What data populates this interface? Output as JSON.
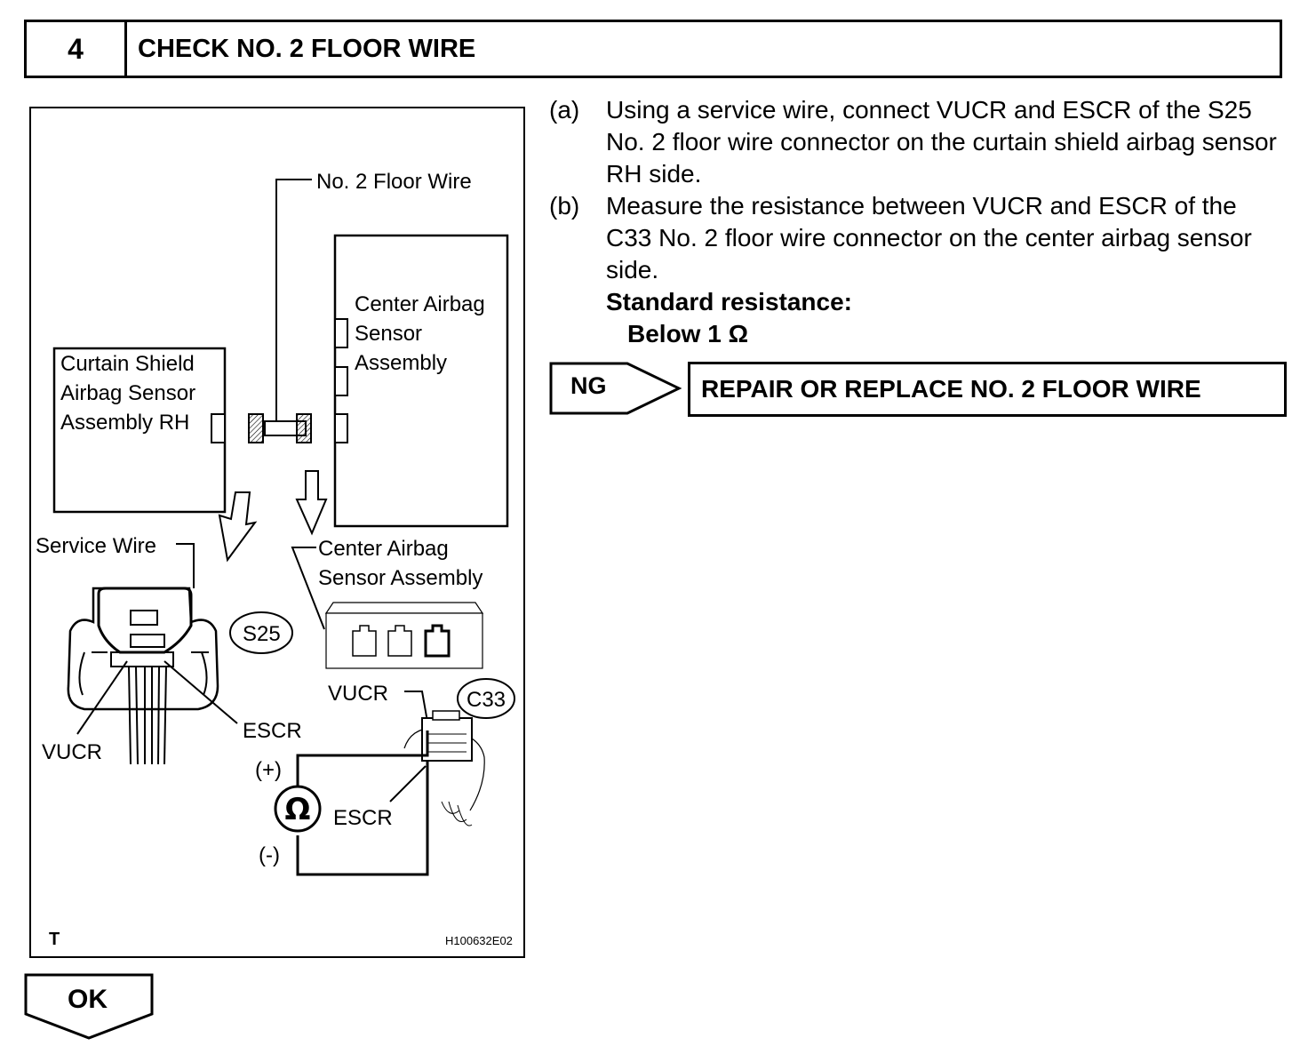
{
  "header": {
    "step_number": "4",
    "title": "CHECK NO. 2 FLOOR WIRE"
  },
  "figure": {
    "floor_wire_label": "No. 2 Floor Wire",
    "center_airbag_lines": [
      "Center Airbag",
      "Sensor",
      "Assembly"
    ],
    "curtain_shield_lines": [
      "Curtain Shield",
      "Airbag Sensor",
      "Assembly RH"
    ],
    "service_wire_label": "Service Wire",
    "center_airbag_assembly_lines": [
      "Center Airbag",
      "Sensor Assembly"
    ],
    "s25_label": "S25",
    "c33_label": "C33",
    "vucr_left": "VUCR",
    "escr_left": "ESCR",
    "vucr_right": "VUCR",
    "escr_right": "ESCR",
    "plus_label": "(+)",
    "minus_label": "(-)",
    "ohm_symbol": "Ω",
    "corner_letter": "T",
    "figure_code": "H100632E02"
  },
  "steps": [
    {
      "letter": "(a)",
      "text": "Using a service wire, connect VUCR and ESCR of the S25 No. 2 floor wire connector on the curtain shield airbag sensor RH side."
    },
    {
      "letter": "(b)",
      "text": "Measure the resistance between VUCR and ESCR of the C33 No. 2 floor wire connector on the center airbag sensor side."
    }
  ],
  "standard": {
    "label": "Standard resistance:",
    "value": "Below 1 Ω"
  },
  "ng": {
    "label": "NG",
    "action": "REPAIR OR REPLACE NO. 2 FLOOR WIRE"
  },
  "ok": {
    "label": "OK"
  }
}
